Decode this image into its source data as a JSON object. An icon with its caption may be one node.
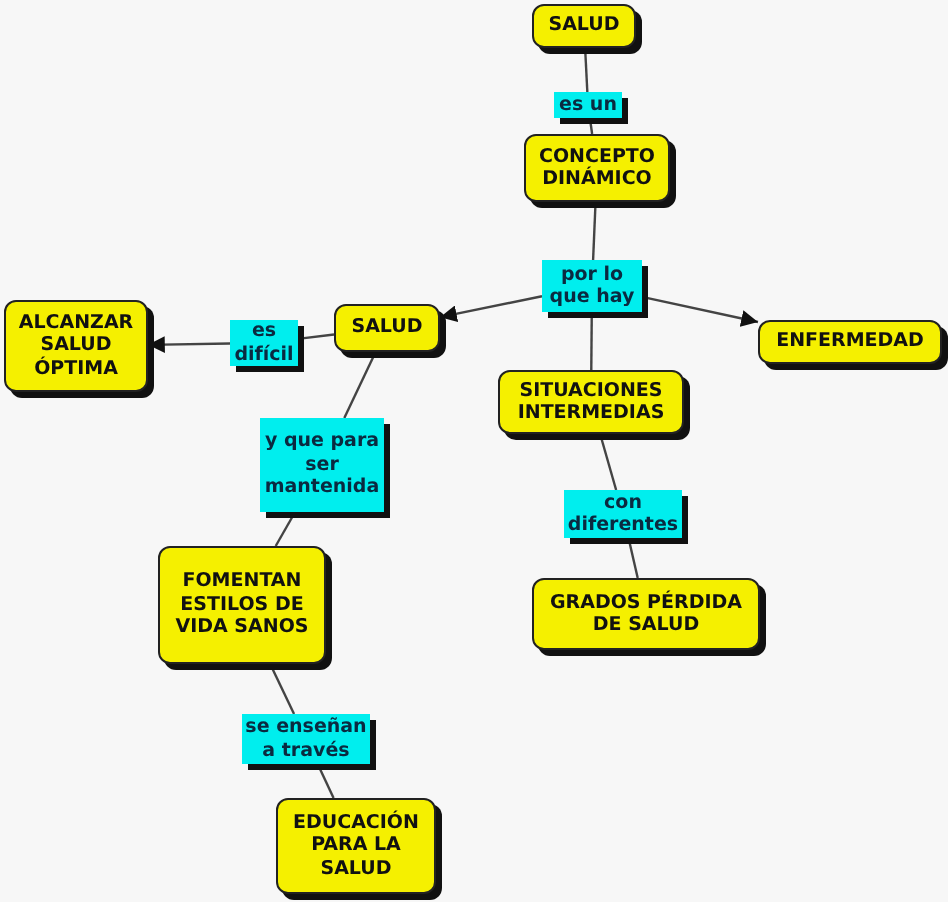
{
  "diagram": {
    "nodes": [
      {
        "text": [
          "SALUD"
        ]
      },
      {
        "text": [
          "es un"
        ]
      },
      {
        "text": [
          "CONCEPTO DINÁMICO"
        ]
      },
      {
        "text": [
          "por lo que hay"
        ]
      },
      {
        "text": [
          "SALUD"
        ]
      },
      {
        "text": [
          "ENFERMEDAD"
        ]
      },
      {
        "text": [
          "es difícil"
        ]
      },
      {
        "text": [
          "ALCANZAR SALUD ÓPTIMA"
        ]
      },
      {
        "text": [
          "SITUACIONES INTERMEDIAS"
        ]
      },
      {
        "text": [
          "y que para ser mantenida"
        ]
      },
      {
        "text": [
          "con diferentes"
        ]
      },
      {
        "text": [
          "FOMENTAN ESTILOS DE VIDA SANOS"
        ]
      },
      {
        "text": [
          "GRADOS PÉRDIDA DE SALUD"
        ]
      },
      {
        "text": [
          "se enseñan a través"
        ]
      },
      {
        "text": [
          "EDUCACIÓN PARA LA SALUD"
        ]
      }
    ],
    "edges": [
      {
        "from": 0,
        "to": 1,
        "arrow": "none"
      },
      {
        "from": 1,
        "to": 2,
        "arrow": "none"
      },
      {
        "from": 2,
        "to": 3,
        "arrow": "none"
      },
      {
        "from": 3,
        "to": 4,
        "arrow": "to"
      },
      {
        "from": 3,
        "to": 5,
        "arrow": "to"
      },
      {
        "from": 3,
        "to": 8,
        "arrow": "none"
      },
      {
        "from": 4,
        "to": 6,
        "arrow": "none"
      },
      {
        "from": 6,
        "to": 7,
        "arrow": "to"
      },
      {
        "from": 4,
        "to": 9,
        "arrow": "none"
      },
      {
        "from": 9,
        "to": 11,
        "arrow": "none"
      },
      {
        "from": 8,
        "to": 10,
        "arrow": "none"
      },
      {
        "from": 10,
        "to": 12,
        "arrow": "none"
      },
      {
        "from": 11,
        "to": 13,
        "arrow": "none"
      },
      {
        "from": 13,
        "to": 14,
        "arrow": "none"
      }
    ]
  }
}
